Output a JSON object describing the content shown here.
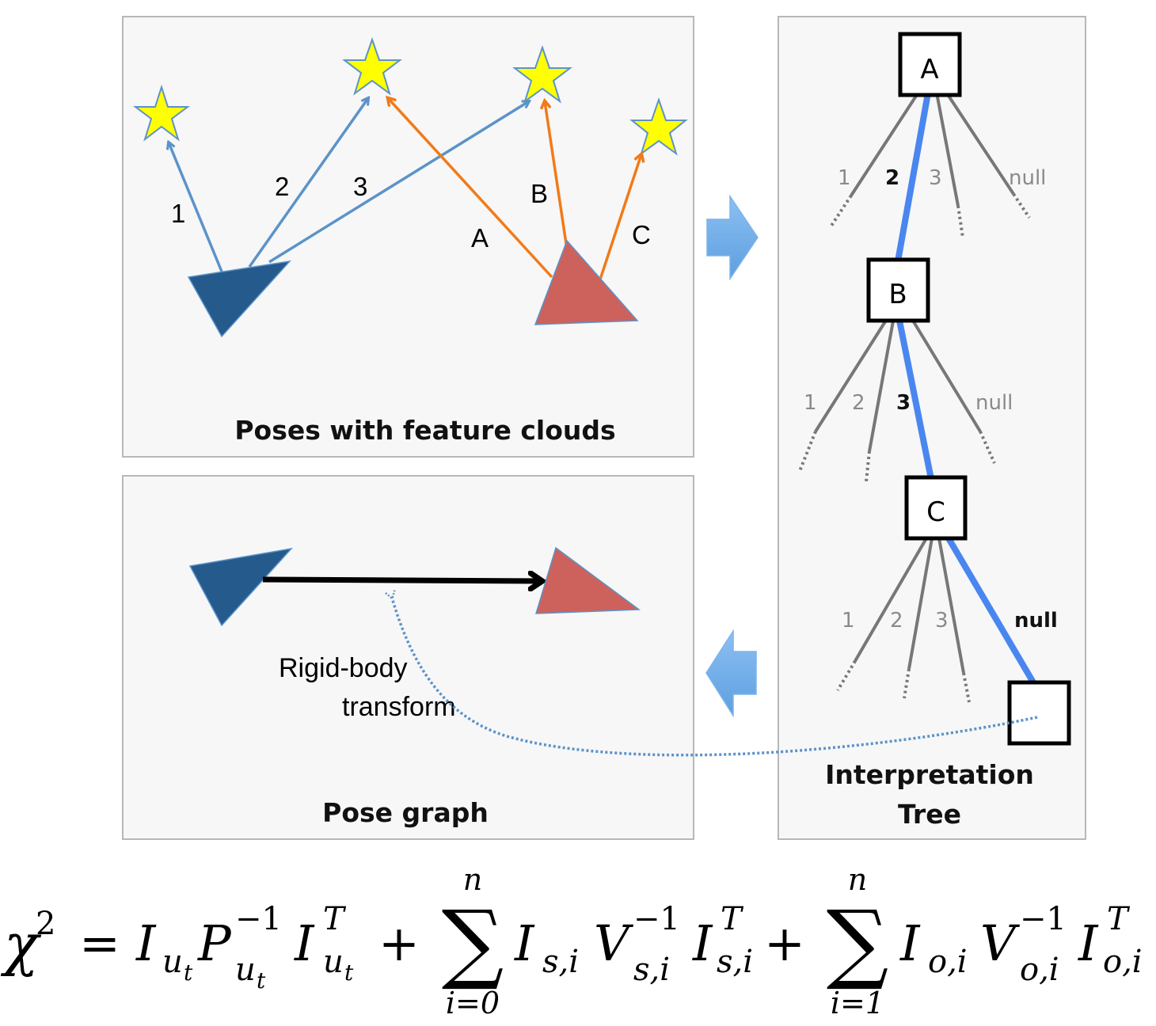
{
  "panels": {
    "features": {
      "caption": "Poses with feature clouds",
      "pose1_arrow_labels": [
        "1",
        "2",
        "3"
      ],
      "pose2_arrow_labels": [
        "A",
        "B",
        "C"
      ],
      "landmark_icon": "star-icon",
      "pose1_icon": "triangle-pose-icon",
      "pose2_icon": "triangle-pose-icon"
    },
    "pose_graph": {
      "caption": "Pose graph",
      "transform_label_line1": "Rigid-body",
      "transform_label_line2": "transform"
    },
    "tree": {
      "caption_line1": "Interpretation",
      "caption_line2": "Tree",
      "levels": [
        {
          "node": "A",
          "branches": [
            "1",
            "2",
            "3",
            "null"
          ],
          "selected": "2"
        },
        {
          "node": "B",
          "branches": [
            "1",
            "2",
            "3",
            "null"
          ],
          "selected": "3"
        },
        {
          "node": "C",
          "branches": [
            "1",
            "2",
            "3",
            "null"
          ],
          "selected": "null"
        }
      ],
      "leaf_node": ""
    }
  },
  "flow_arrows": {
    "right": "arrow-right-icon",
    "left": "arrow-left-icon"
  },
  "colors": {
    "pose1": "#245a8c",
    "pose2": "#cd625c",
    "pose1_arrows": "#5b93c9",
    "pose2_arrows": "#f07b1a",
    "star_fill": "#ffff00",
    "selected_branch": "#4a86f0",
    "grey_branch": "#777777",
    "flow_arrow": "#6aa8e6"
  },
  "equation": {
    "lhs": "χ",
    "lhs_sup": "2",
    "equals": "=",
    "term1": {
      "I": "I",
      "I_sub": "u",
      "I_subsub": "t",
      "P": "P",
      "P_sup": "−1",
      "P_sub": "u",
      "P_subsub": "t",
      "IT": "I",
      "IT_sup": "T",
      "IT_sub": "u",
      "IT_subsub": "t"
    },
    "plus1": "+",
    "sum1": {
      "symbol": "∑",
      "upper": "n",
      "lower": "i=0"
    },
    "term2": {
      "I": "I",
      "I_sub": "s,i",
      "V": "V",
      "V_sup": "−1",
      "V_sub": "s,i",
      "IT": "I",
      "IT_sup": "T",
      "IT_sub": "s,i"
    },
    "plus2": "+",
    "sum2": {
      "symbol": "∑",
      "upper": "n",
      "lower": "i=1"
    },
    "term3": {
      "I": "I",
      "I_sub": "o,i",
      "V": "V",
      "V_sup": "−1",
      "V_sub": "o,i",
      "IT": "I",
      "IT_sup": "T",
      "IT_sub": "o,i"
    }
  }
}
